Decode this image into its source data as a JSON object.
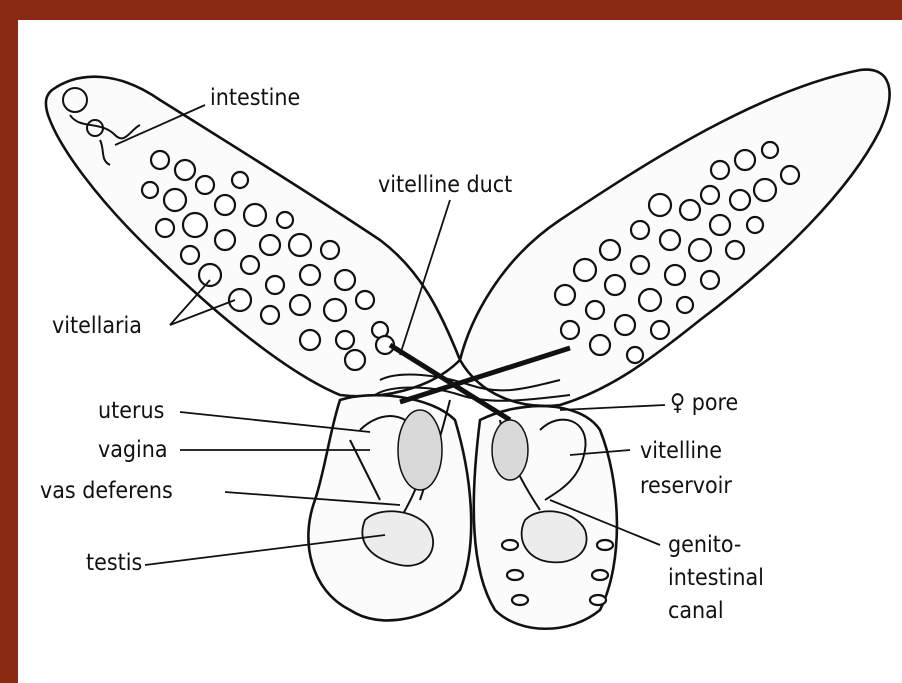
{
  "labels": {
    "intestine": "intestine",
    "vitelline_duct": "vitelline duct",
    "vitellaria": "vitellaria",
    "uterus": "uterus",
    "vagina": "vagina",
    "vas_deferens": "vas deferens",
    "testis": "testis",
    "pore": "♀ pore",
    "vitelline_reservoir_1": "vitelline",
    "vitelline_reservoir_2": "reservoir",
    "genito_1": "genito-",
    "genito_2": "intestinal",
    "genito_3": "canal"
  },
  "colors": {
    "border": "#8b2a12",
    "ink": "#111111"
  }
}
